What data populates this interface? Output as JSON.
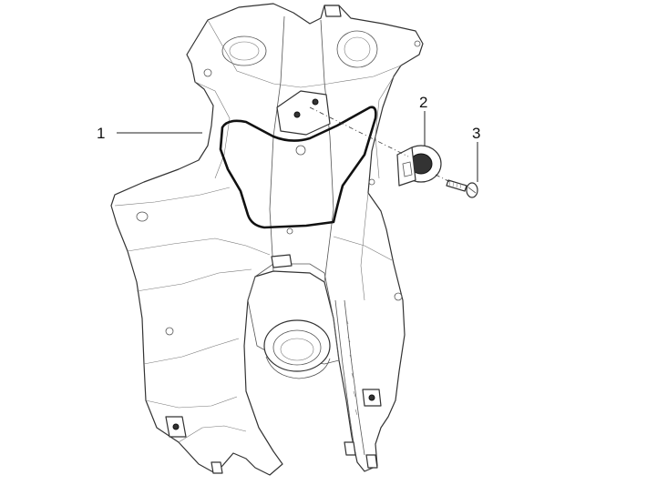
{
  "callouts": [
    {
      "id": "1",
      "label": "1"
    },
    {
      "id": "2",
      "label": "2"
    },
    {
      "id": "3",
      "label": "3"
    }
  ],
  "colors": {
    "line": "#333333",
    "background": "#ffffff",
    "seal": "#111111"
  }
}
